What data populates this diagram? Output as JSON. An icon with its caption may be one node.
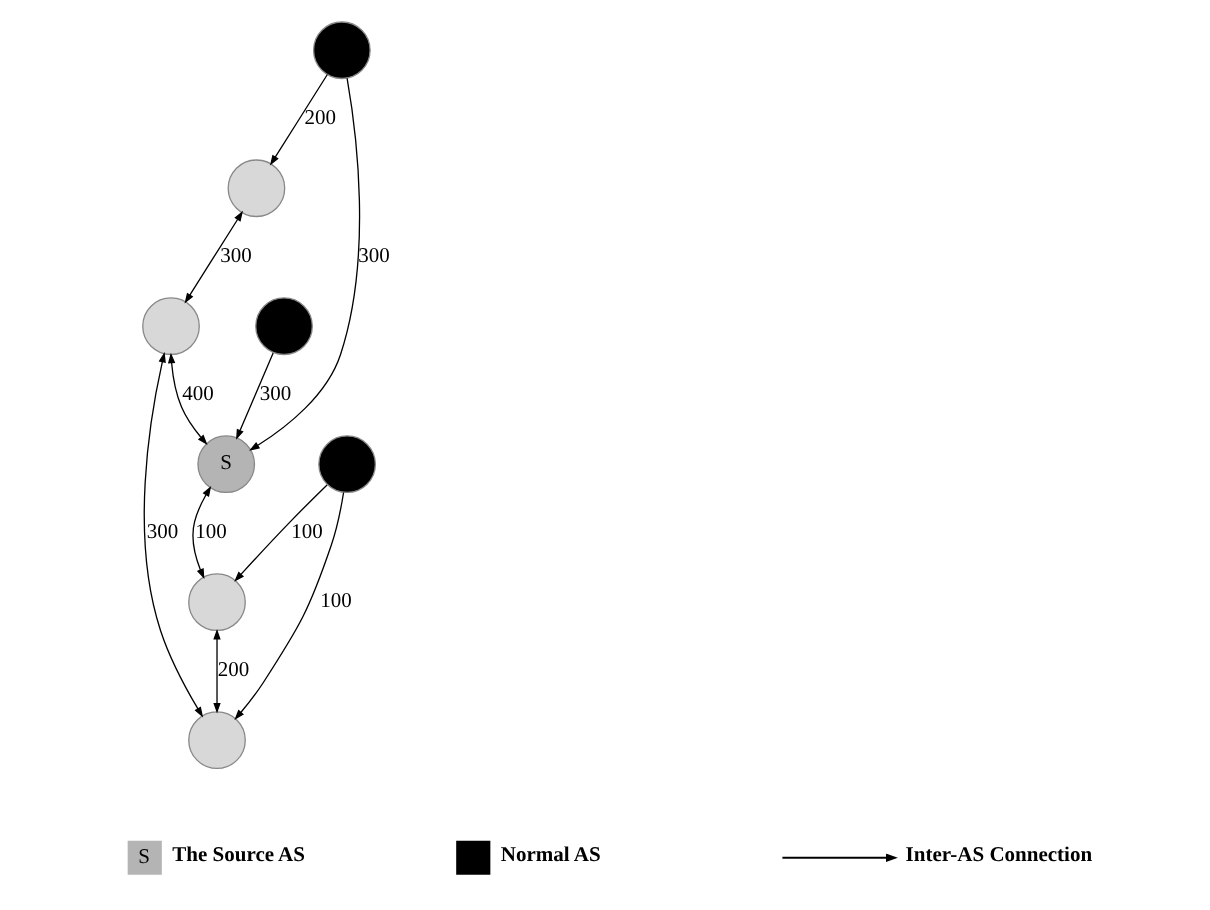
{
  "diagram": {
    "nodes": [
      {
        "text": [],
        "shape": "circle"
      },
      {
        "text": [],
        "shape": "circle"
      },
      {
        "text": [
          "S"
        ]
      },
      {
        "text": [],
        "shape": "circle"
      },
      {
        "text": [],
        "shape": "circle"
      },
      {
        "text": [],
        "shape": "circle"
      },
      {
        "text": [],
        "shape": "circle"
      },
      {
        "text": [],
        "shape": "circle"
      }
    ],
    "edges": [
      {
        "from": 0,
        "to": 2,
        "arrow": "to",
        "label": "300"
      },
      {
        "from": 1,
        "to": 2,
        "arrow": "to",
        "label": "300"
      },
      {
        "from": 0,
        "to": 3,
        "arrow": "to",
        "label": "200"
      },
      {
        "from": 3,
        "to": 4,
        "arrow": "both",
        "label": "300"
      },
      {
        "from": 4,
        "to": 2,
        "arrow": "both",
        "label": "400"
      },
      {
        "from": 2,
        "to": 5,
        "arrow": "both",
        "label": "100"
      },
      {
        "from": 6,
        "to": 5,
        "arrow": "to",
        "label": "100"
      },
      {
        "from": 5,
        "to": 7,
        "arrow": "both",
        "label": "200"
      },
      {
        "from": 4,
        "to": 7,
        "arrow": "both",
        "label": "300"
      },
      {
        "from": 6,
        "to": 7,
        "arrow": "to",
        "label": "100"
      }
    ],
    "labels": [
      "S"
    ],
    "legend": [
      {
        "text": "The Source AS",
        "color": "#b4b4b4"
      },
      {
        "text": "Normal AS",
        "color": "#000000"
      },
      {
        "text": "Inter-AS Connection"
      }
    ]
  }
}
